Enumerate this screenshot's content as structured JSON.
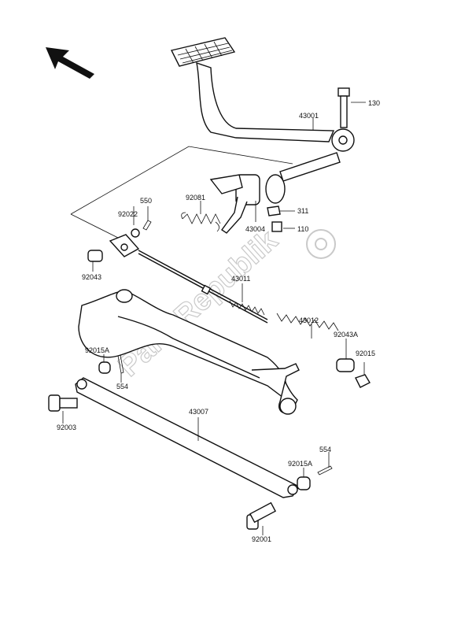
{
  "watermark": "PartsRepublik",
  "labels": {
    "p130": "130",
    "p43001": "43001",
    "p92081": "92081",
    "p550": "550",
    "p92022": "92022",
    "p311": "311",
    "p43004": "43004",
    "p110": "110",
    "p92043": "92043",
    "p43011": "43011",
    "p43012": "43012",
    "p92043A": "92043A",
    "p92015": "92015",
    "p92015A_left": "92015A",
    "p554_left": "554",
    "p92003": "92003",
    "p43007": "43007",
    "p554_right": "554",
    "p92015A_right": "92015A",
    "p92001": "92001"
  },
  "icons": [
    "orientation-arrow-icon",
    "parts-republik-logo"
  ]
}
